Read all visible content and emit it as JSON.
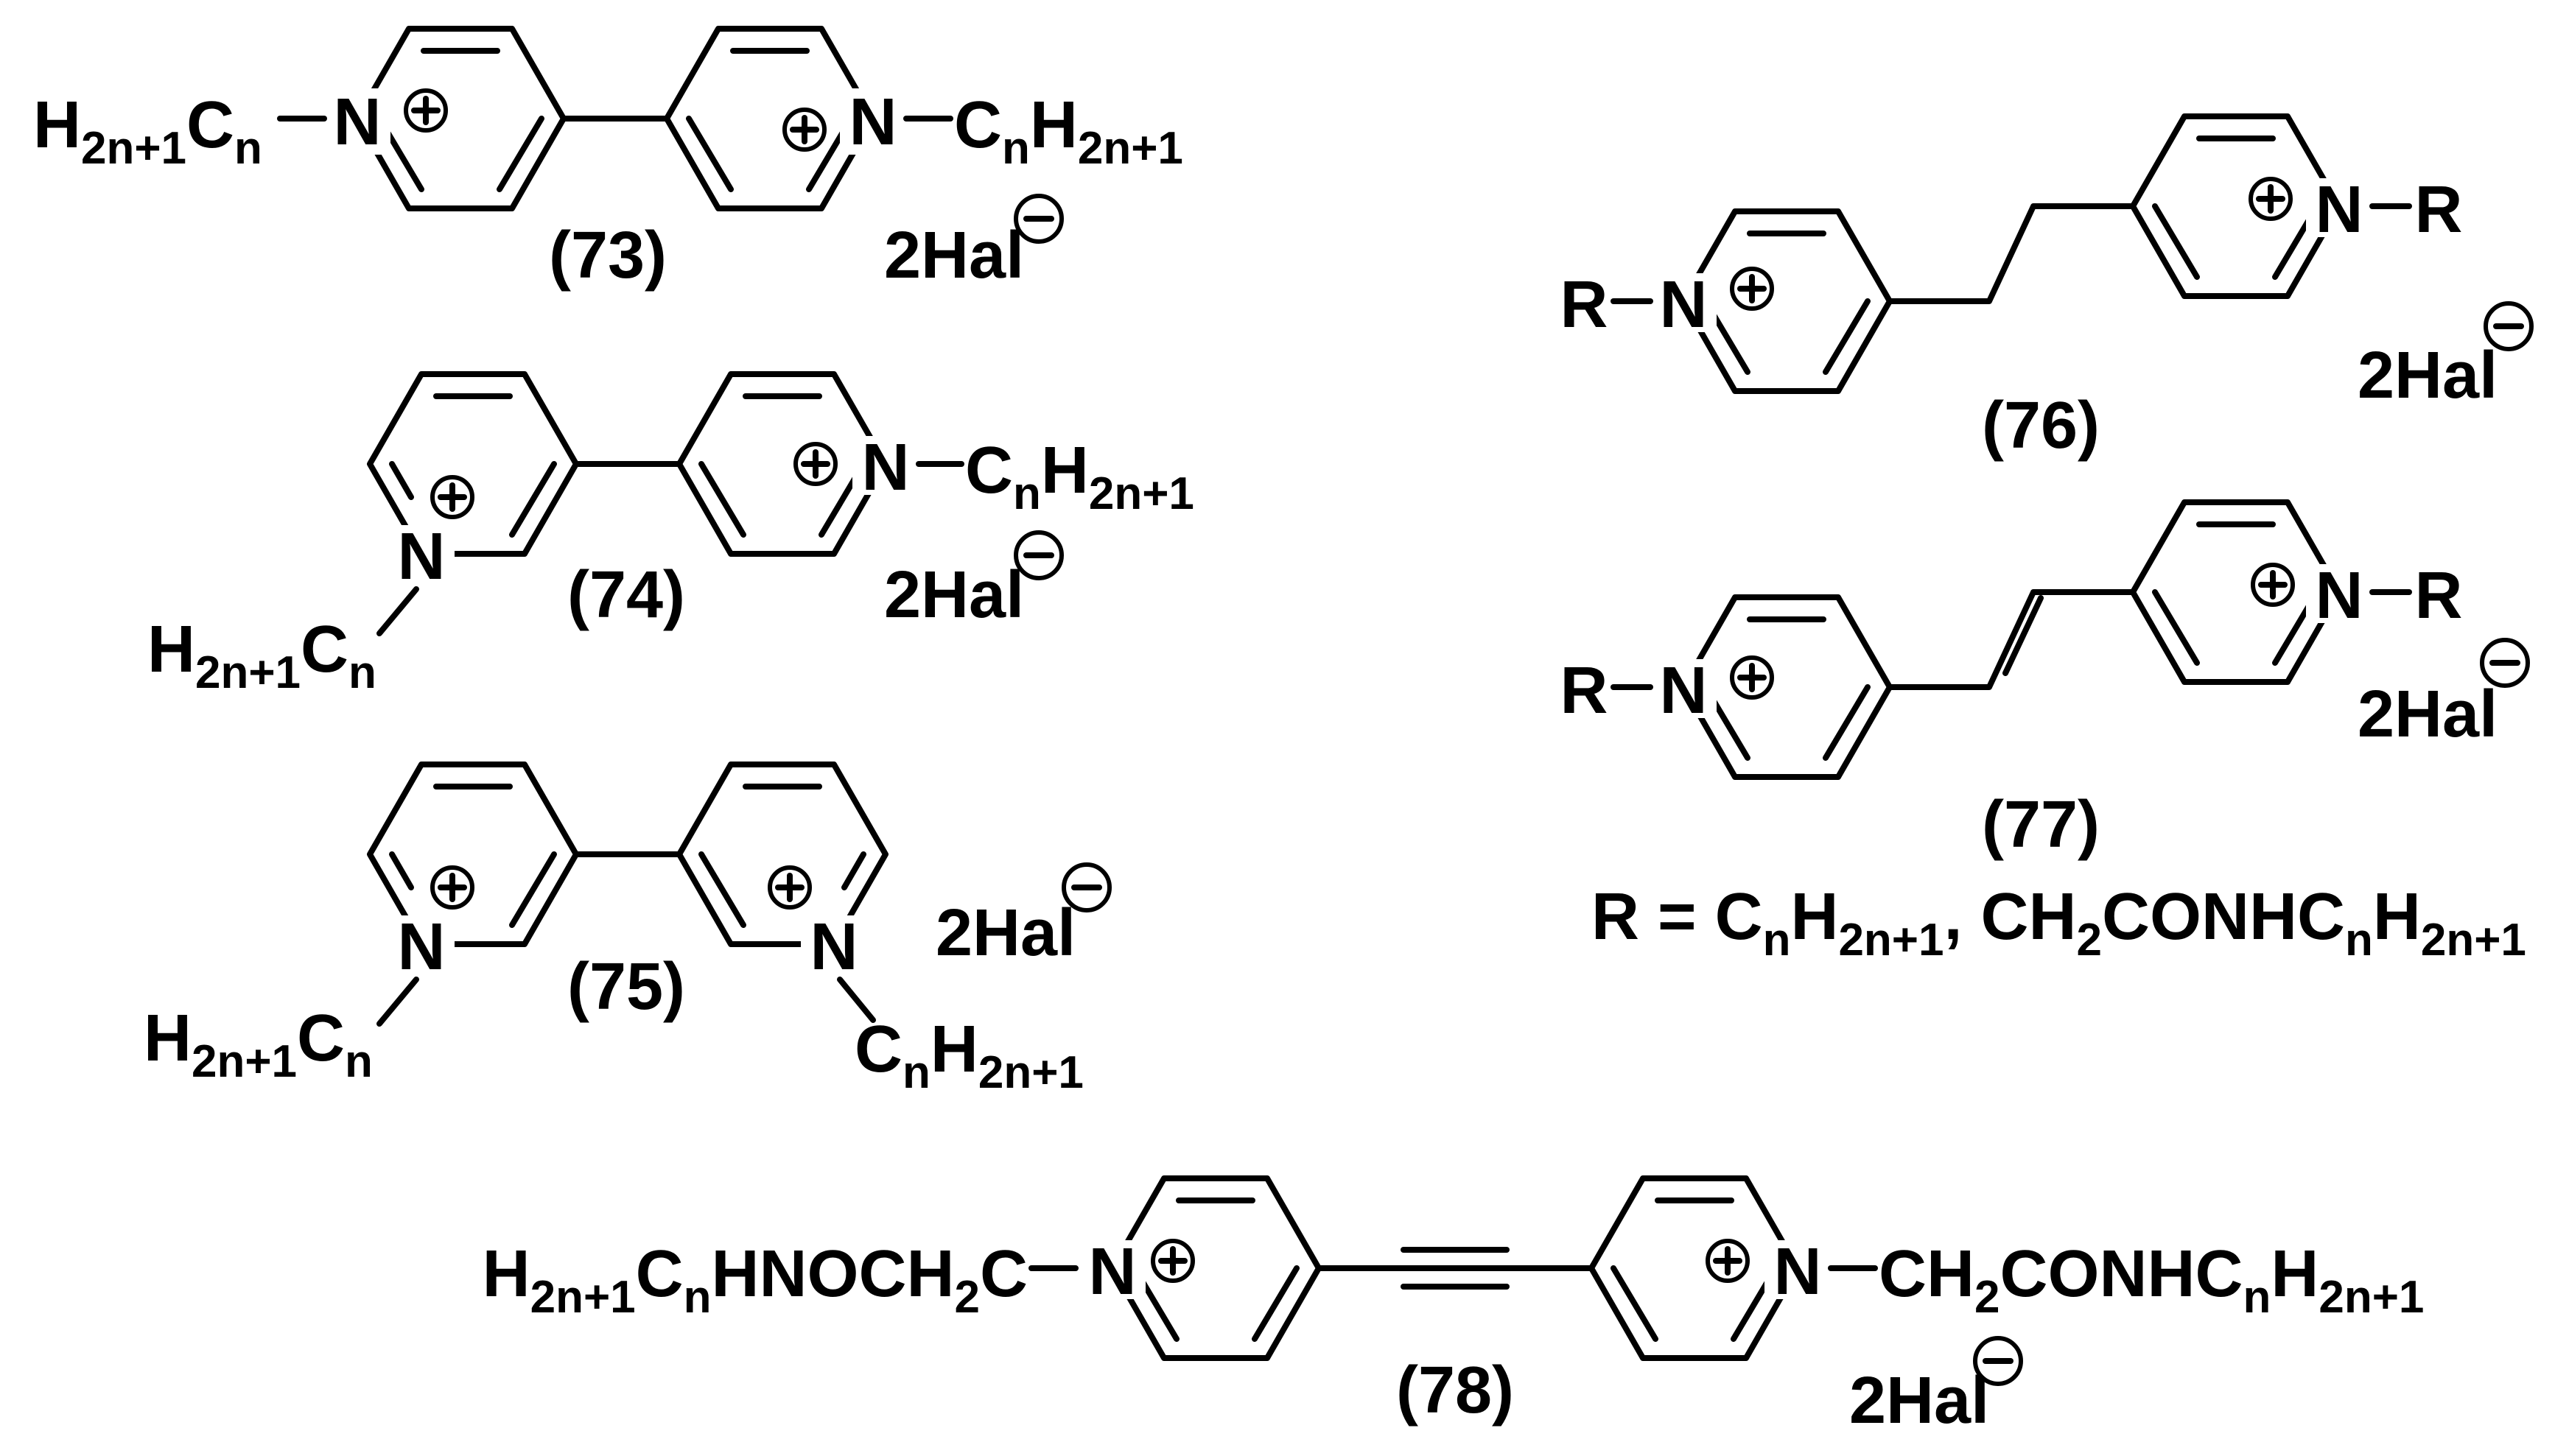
{
  "labels": {
    "c73": "(73)",
    "c74": "(74)",
    "c75": "(75)",
    "c76": "(76)",
    "c77": "(77)",
    "c78": "(78)"
  },
  "atoms": {
    "n": "N",
    "r": "R",
    "plus": "+",
    "minus": "−"
  },
  "chains": {
    "left_h": "H",
    "left_h_sub": "2n+1",
    "left_c": "C",
    "left_c_sub": "n",
    "right_c": "C",
    "right_c_sub": "n",
    "right_h": "H",
    "right_h_sub": "2n+1",
    "amide_left_1": "H",
    "amide_left_1_sub": "2n+1",
    "amide_left_2": "C",
    "amide_left_2_sub": "n",
    "amide_left_3": "HNOCH",
    "amide_left_3_sub": "2",
    "amide_left_4": "C",
    "amide_right_1": "CH",
    "amide_right_1_sub": "2",
    "amide_right_2": "CONHC",
    "amide_right_2_sub": "n",
    "amide_right_3": "H",
    "amide_right_3_sub": "2n+1"
  },
  "salt": {
    "text": "2Hal"
  },
  "r_definition": {
    "p1": "R = C",
    "p1_sub": "n",
    "p2": "H",
    "p2_sub": "2n+1",
    "p3": ", CH",
    "p3_sub": "2",
    "p4": "CONHC",
    "p4_sub": "n",
    "p5": "H",
    "p5_sub": "2n+1"
  }
}
